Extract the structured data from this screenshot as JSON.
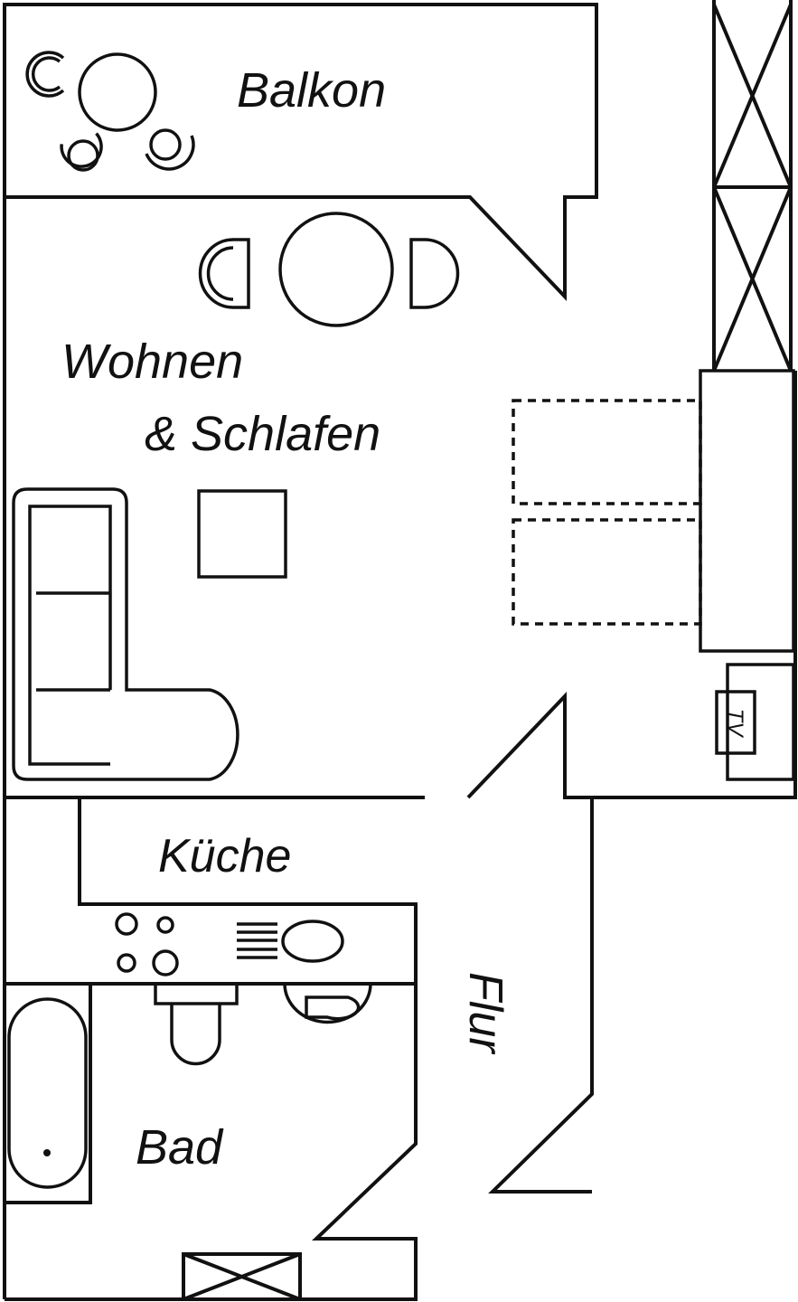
{
  "title": "Grundriss",
  "rooms": {
    "balkon": "Balkon",
    "wohnen_line1": "Wohnen",
    "wohnen_line2": "& Schlafen",
    "kueche": "Küche",
    "flur": "Flur",
    "bad": "Bad"
  },
  "furniture": {
    "tv": "TV"
  },
  "colors": {
    "line": "#111111",
    "background": "#ffffff"
  }
}
